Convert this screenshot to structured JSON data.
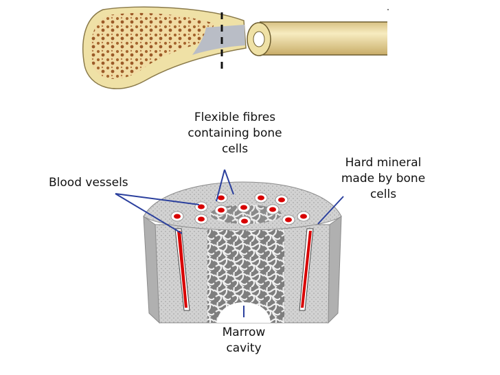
{
  "labels": {
    "flexible_fibres": "Flexible fibres\ncontaining bone\ncells",
    "hard_mineral": "Hard mineral\nmade by bone\ncells",
    "blood_vessels": "Blood vessels",
    "marrow_cavity": "Marrow\ncavity"
  },
  "colors": {
    "bone_cream": "#f2e2a8",
    "spongy_spots": "#a5652e",
    "marrow_grey": "#b9bdc6",
    "blood_red": "#d80000",
    "pointer_blue": "#2a3f9d",
    "compact_bone": "#d2d2d2"
  }
}
